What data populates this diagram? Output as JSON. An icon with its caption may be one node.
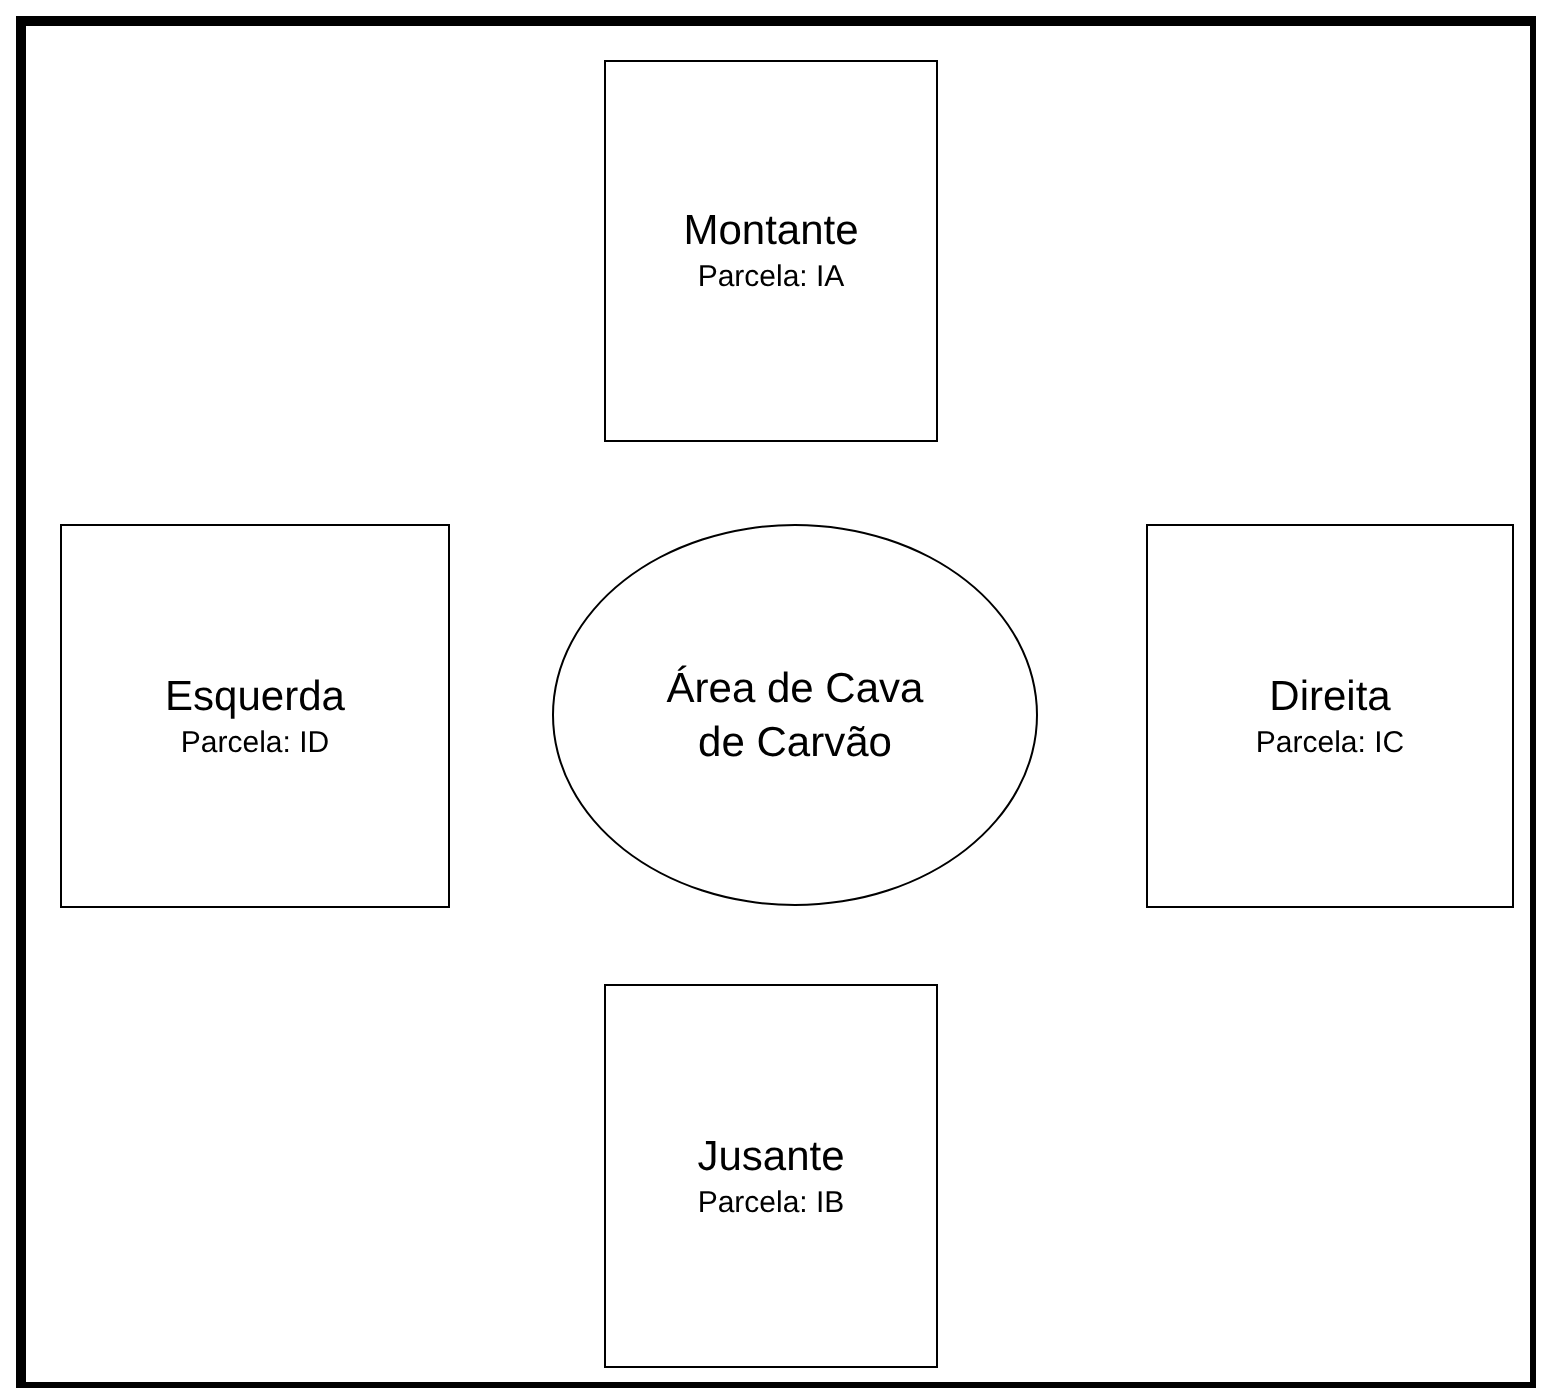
{
  "diagram": {
    "nodes": [
      {
        "text": [
          "Montante",
          "Parcela: IA"
        ]
      },
      {
        "text": [
          "Esquerda",
          "Parcela: ID"
        ]
      },
      {
        "text": [
          "Área de Cava de Carvão"
        ]
      },
      {
        "text": [
          "Direita",
          "Parcela: IC"
        ]
      },
      {
        "text": [
          "Jusante",
          "Parcela: IB"
        ]
      }
    ]
  }
}
